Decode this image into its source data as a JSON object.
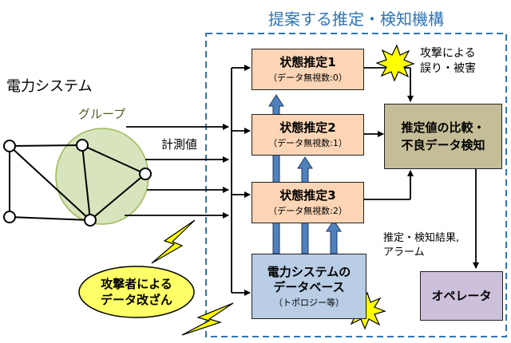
{
  "title": "提案する推定・検知機構",
  "power_system_label": "電力システム",
  "group_label": "グループ",
  "measurement_label": "計測値",
  "attack_bubble": {
    "line1": "攻撃者による",
    "line2": "データ改ざん"
  },
  "attack_damage": {
    "line1": "攻撃による",
    "line2": "誤り・被害"
  },
  "estimators": [
    {
      "title": "状態推定1",
      "sub": "（データ無視数:0）"
    },
    {
      "title": "状態推定2",
      "sub": "（データ無視数:1）"
    },
    {
      "title": "状態推定3",
      "sub": "（データ無視数:2）"
    }
  ],
  "compare_box": {
    "line1": "推定値の比較・",
    "line2": "不良データ検知"
  },
  "database": {
    "line1": "電力システムの",
    "line2": "データベース",
    "sub": "（トポロジー等）"
  },
  "result_label": {
    "line1": "推定・検知結果,",
    "line2": "アラーム"
  },
  "operator_label": "オペレータ",
  "colors": {
    "title": "#2e75b6",
    "dashed_border": "#2e75b6",
    "estimator_fill": "#fbd5b5",
    "compare_fill": "#c4bd97",
    "database_fill": "#b9cde5",
    "operator_fill": "#ccc0da",
    "group_fill": "#d7e4bd",
    "group_text": "#4f6228",
    "db_arrow": "#4f81bd",
    "bolt_fill": "#ffff00",
    "bubble_fill": "#ffff66"
  }
}
